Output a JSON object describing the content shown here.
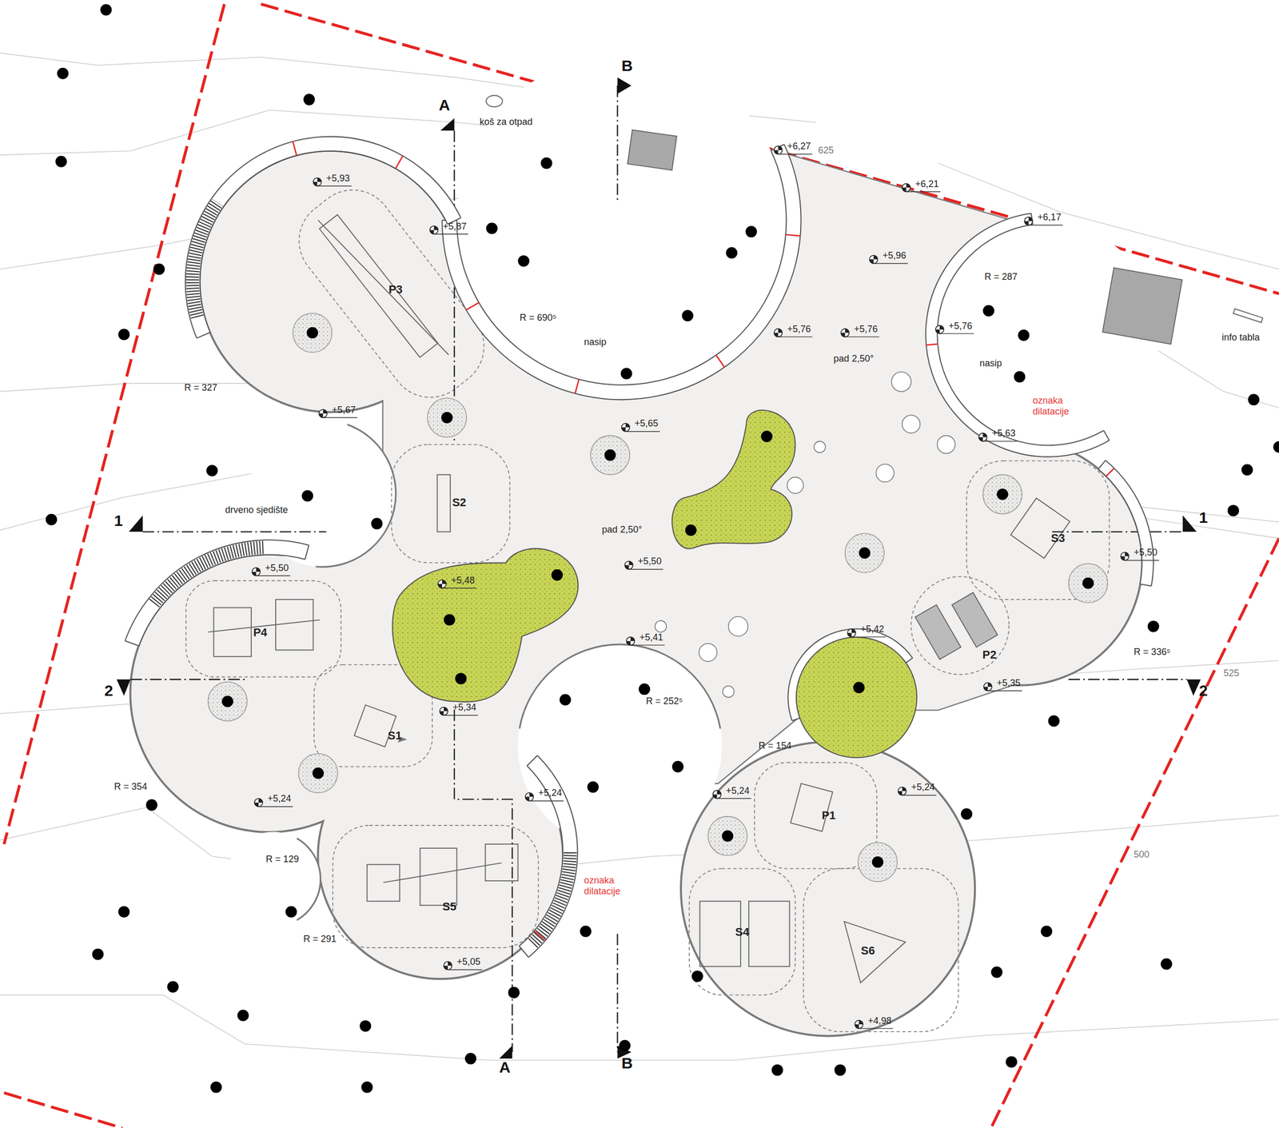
{
  "diagram": {
    "nodes": [
      {
        "text": [
          "P3"
        ]
      },
      {
        "text": [
          "S2"
        ]
      },
      {
        "text": [
          "S3"
        ]
      },
      {
        "text": [
          "P4"
        ]
      },
      {
        "text": [
          "S1"
        ]
      },
      {
        "text": [
          "P2"
        ]
      },
      {
        "text": [
          "S5"
        ]
      },
      {
        "text": [
          "P1"
        ]
      },
      {
        "text": [
          "S4"
        ]
      },
      {
        "text": [
          "S6"
        ]
      }
    ],
    "labels": [
      "B",
      "A",
      "koš za otpad",
      "+6,27",
      "625",
      "+6,21",
      "+6,17",
      "+5,93",
      "+5,87",
      "+5,96",
      "R = 287",
      "info tabla",
      "R = 690⁵",
      "nasip",
      "+5,76",
      "+5,76",
      "+5,76",
      "pad 2,50°",
      "nasip",
      "R = 327",
      "+5,67",
      "oznaka dilatacije",
      "+5,65",
      "+5,63",
      "1",
      "drveno sjedište",
      "pad 2,50°",
      "1",
      "+5,50",
      "+5,48",
      "+5,50",
      "+5,50",
      "R = 336⁵",
      "+5,42",
      "+5,41",
      "525",
      "2",
      "R = 252⁵",
      "+5,34",
      "+5,35",
      "2",
      "R = 354",
      "R = 154",
      "+5,24",
      "+5,24",
      "+5,24",
      "+5,24",
      "R = 129",
      "500",
      "oznaka dilatacije",
      "R = 291",
      "+5,05",
      "+4,98",
      "A",
      "B"
    ]
  }
}
